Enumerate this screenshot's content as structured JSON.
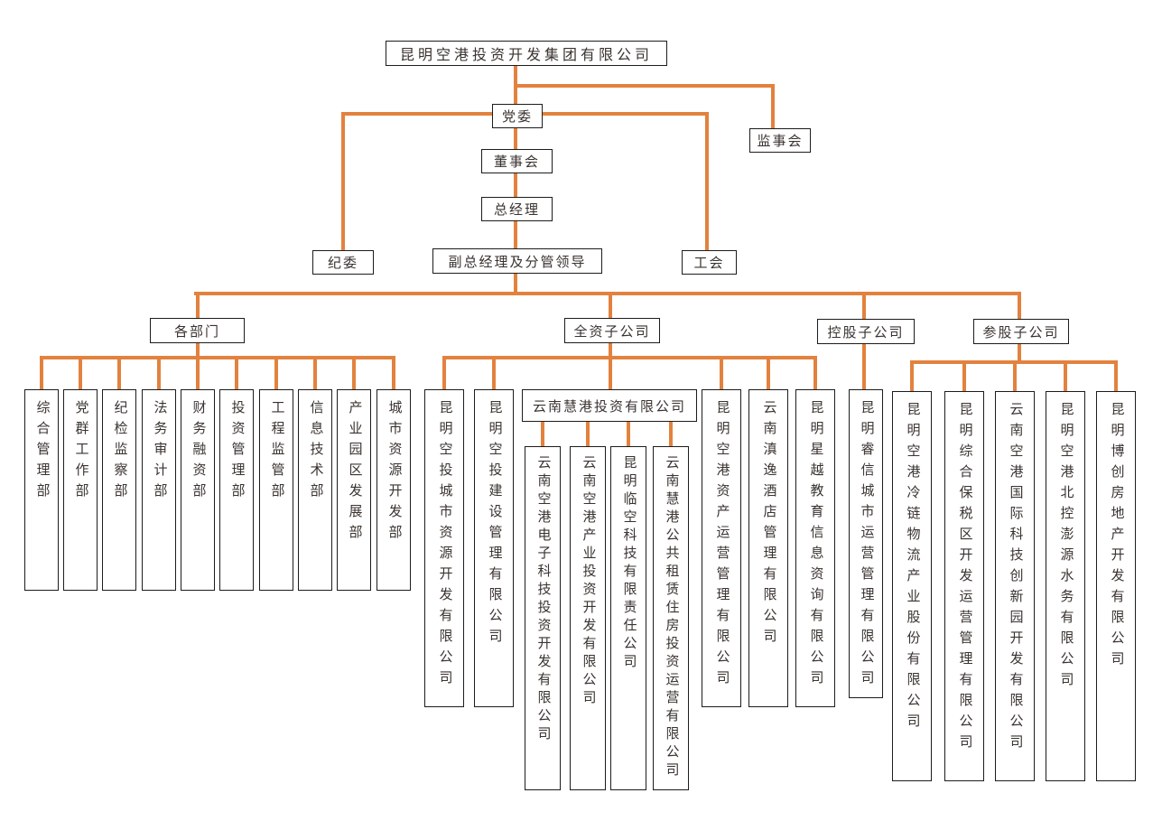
{
  "org": {
    "root": "昆明空港投资开发集团有限公司",
    "party_committee": "党委",
    "supervisory_board": "监事会",
    "board_of_directors": "董事会",
    "general_manager": "总经理",
    "discipline_committee": "纪委",
    "deputy_general_managers": "副总经理及分管领导",
    "labor_union": "工会",
    "departments": {
      "label": "各部门",
      "items": [
        "综合管理部",
        "党群工作部",
        "纪检监察部",
        "法务审计部",
        "财务融资部",
        "投资管理部",
        "工程监管部",
        "信息技术部",
        "产业园区发展部",
        "城市资源开发部"
      ]
    },
    "wholly_owned": {
      "label": "全资子公司",
      "items": [
        "昆明空投城市资源开发有限公司",
        "昆明空投建设管理有限公司",
        "云南慧港投资有限公司",
        "昆明空港资产运营管理有限公司",
        "云南滇逸酒店管理有限公司",
        "昆明星越教育信息资询有限公司"
      ]
    },
    "huigang_children": [
      "云南空港电子科技投资开发有限公司",
      "云南空港产业投资开发有限公司",
      "昆明临空科技有限责任公司",
      "云南慧港公共租赁住房投资运营有限公司"
    ],
    "holding": {
      "label": "控股子公司",
      "items": [
        "昆明睿信城市运营管理有限公司"
      ]
    },
    "minority": {
      "label": "参股子公司",
      "items": [
        "昆明空港冷链物流产业股份有限公司",
        "昆明综合保税区开发运营管理有限公司",
        "云南空港国际科技创新园开发有限公司",
        "昆明空港北控澎源水务有限公司",
        "昆明博创房地产开发有限公司"
      ]
    }
  },
  "colors": {
    "connector": "#E2823E",
    "box_border": "#1C1C1C",
    "text": "#3A3330",
    "background": "#FFFFFF"
  }
}
